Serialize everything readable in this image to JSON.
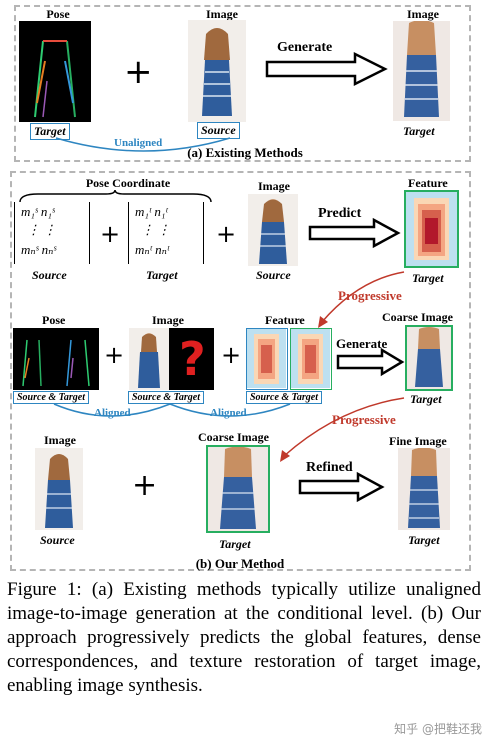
{
  "panel_a": {
    "pose_label": "Pose",
    "image_label": "Image",
    "result_image_label": "Image",
    "target_label": "Target",
    "source_label": "Source",
    "generate_label": "Generate",
    "unaligned_label": "Unaligned",
    "result_target_label": "Target",
    "title": "(a) Existing Methods"
  },
  "panel_b": {
    "pose_coordinate_label": "Pose Coordinate",
    "source_matrix": {
      "top_row": "m₁ˢ  n₁ˢ",
      "dots": "⋮    ⋮",
      "bottom_row": "mₙˢ  nₙˢ"
    },
    "target_matrix": {
      "top_row": "m₁ᵗ  n₁ᵗ",
      "dots": "⋮    ⋮",
      "bottom_row": "mₙᵗ  nₙᵗ"
    },
    "source_label": "Source",
    "target_label": "Target",
    "image_label": "Image",
    "image_source_label": "Source",
    "predict_label": "Predict",
    "feature_label": "Feature",
    "feature_target_label": "Target",
    "progressive_label_1": "Progressive",
    "pose_label": "Pose",
    "image2_label": "Image",
    "feature2_label": "Feature",
    "source_target_1": "Source & Target",
    "source_target_2": "Source & Target",
    "source_target_3": "Source & Target",
    "aligned_label_1": "Aligned",
    "aligned_label_2": "Aligned",
    "generate_label": "Generate",
    "coarse_image_label": "Coarse Image",
    "coarse_target_label": "Target",
    "progressive_label_2": "Progressive",
    "image3_label": "Image",
    "image3_source_label": "Source",
    "coarse_image2_label": "Coarse Image",
    "coarse_target2_label": "Target",
    "refined_label": "Refined",
    "fine_image_label": "Fine Image",
    "fine_target_label": "Target",
    "title": "(b) Our Method"
  },
  "caption": "Figure 1: (a) Existing methods typically utilize unaligned image-to-image generation at the conditional level. (b) Our approach progressively predicts the global features, dense correspondences, and texture restoration of target image, enabling image synthesis.",
  "watermark": "知乎 @把鞋还我",
  "colors": {
    "accent_blue": "#2e86c1",
    "accent_green": "#27ae60",
    "progressive_red": "#c0392b",
    "panel_border": "#b5b5b5"
  }
}
